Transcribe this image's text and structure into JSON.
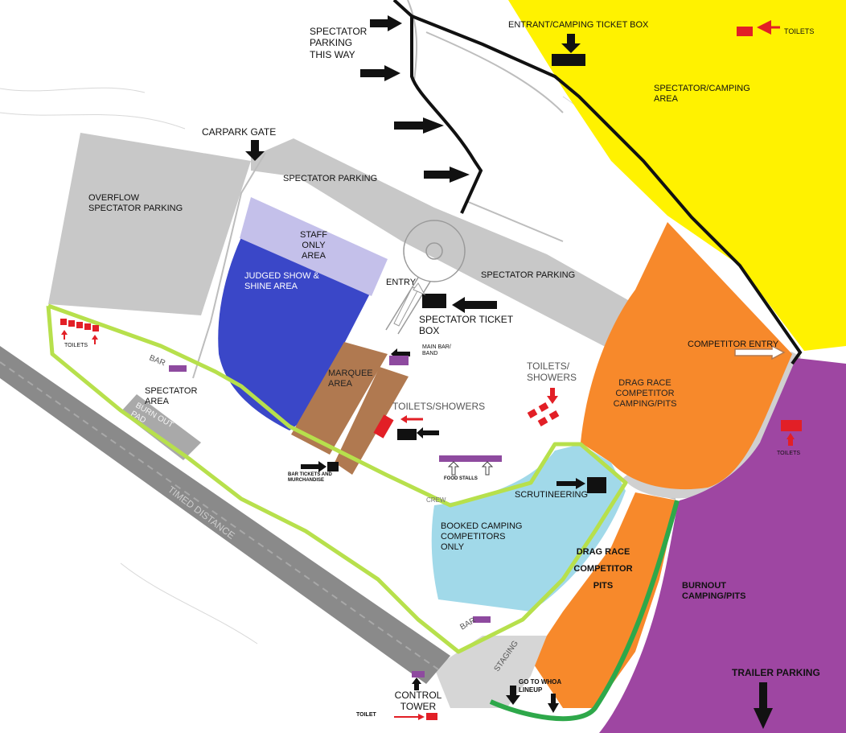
{
  "colors": {
    "spectator_camping": "#fff200",
    "drag_pits": "#f7892b",
    "burnout_pits": "#9e46a2",
    "booked_camping": "#a1d9e9",
    "judged": "#3a47c8",
    "staff": "#c4c0ea",
    "marquee": "#b07950",
    "parking": "#c8c8c8",
    "green_path": "#b7e04c",
    "dark_green_path": "#2ea84a",
    "road": "#888888",
    "toilets": "#e21f26",
    "bar": "#8e4a9f"
  },
  "labels": {
    "spectator_parking_this_way": "SPECTATOR PARKING THIS WAY",
    "entrant_ticket_box": "ENTRANT/CAMPING TICKET BOX",
    "toilets_top": "TOILETS",
    "spectator_camping": "SPECTATOR/CAMPING AREA",
    "carpark_gate": "CARPARK GATE",
    "spectator_parking_1": "SPECTATOR PARKING",
    "overflow_parking": "OVERFLOW SPECTATOR PARKING",
    "staff_area": "STAFF ONLY AREA",
    "judged_area": "JUDGED SHOW & SHINE AREA",
    "entry": "ENTRY",
    "spectator_parking_2": "SPECTATOR PARKING",
    "spectator_ticket_box": "SPECTATOR TICKET BOX",
    "competitor_entry": "COMPETITOR ENTRY",
    "toilets_left": "TOILETS",
    "bar_left": "BAR",
    "main_bar": "MAIN BAR/ BAND",
    "toilets_showers_right": "TOILETS/ SHOWERS",
    "drag_camping": "DRAG RACE COMPETITOR CAMPING/PITS",
    "toilets_right": "TOILETS",
    "spectator_area": "SPECTATOR AREA",
    "marquee": "MARQUEE AREA",
    "toilets_showers": "TOILETS/SHOWERS",
    "burnout_pad": "BURN OUT PAD",
    "bar_tickets": "BAR TICKETS AND MURCHANDISE",
    "food_stalls": "FOOD STALLS",
    "scrutineering": "SCRUTINEERING",
    "timed_distance": "TIMED DISTANCE",
    "booked_camping": "BOOKED CAMPING COMPETITORS ONLY",
    "drag_pits": "DRAG RACE COMPETITOR PITS",
    "burnout_pits": "BURNOUT CAMPING/PITS",
    "bar_bottom": "BAR",
    "staging": "STAGING",
    "control_tower": "CONTROL TOWER",
    "whoa_lineup": "GO TO WHOA LINEUP",
    "trailer_parking": "TRAILER PARKING",
    "toilet_bottom": "TOILET",
    "area_code": "CREW"
  }
}
